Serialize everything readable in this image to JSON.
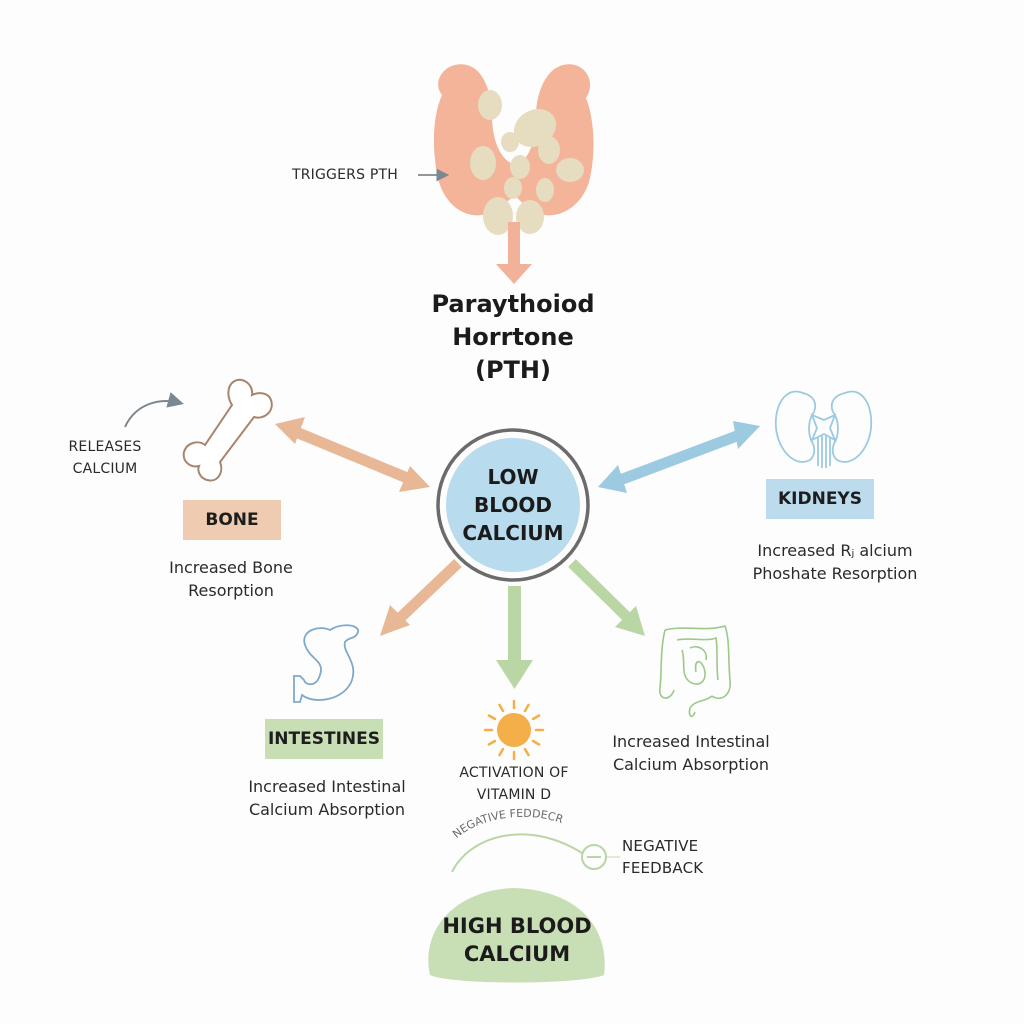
{
  "title": {
    "line1": "Paraythoiod",
    "line2": "Horrtone",
    "line3": "(PTH)"
  },
  "gland": {
    "trigger_label": "TRIGGERS PTH"
  },
  "center": {
    "line1": "LOW",
    "line2": "BLOOD",
    "line3": "CALCIUM"
  },
  "bone": {
    "side_label_line1": "RELEASES",
    "side_label_line2": "CALCIUM",
    "box_label": "BONE",
    "desc_line1": "Increased Bone",
    "desc_line2": "Resorption"
  },
  "kidneys": {
    "box_label": "KIDNEYS",
    "desc_line1": "Increased Rⱼ alcium",
    "desc_line2": "Phoshate Resorption"
  },
  "intestines": {
    "box_label": "INTESTINES",
    "desc_line1": "Increased Intestinal",
    "desc_line2": "Calcium Absorption"
  },
  "colon": {
    "desc_line1": "Increased Intestinal",
    "desc_line2": "Calcium Absorption"
  },
  "vitamin_d": {
    "line1": "ACTIVATION OF",
    "line2": "VITAMIN D"
  },
  "feedback": {
    "arc_label": "NEGATIVE FEDDECR",
    "side_label_line1": "NEGATIVE",
    "side_label_line2": "FEEDBACK"
  },
  "high": {
    "line1": "HIGH BLOOD",
    "line2": "CALCIUM"
  },
  "colors": {
    "gland": "#f4b49a",
    "nodule": "#e6dcc0",
    "bone_accent": "#e8b896",
    "kidney_accent": "#9ccae0",
    "intestine_accent": "#b9d6a4",
    "center_fill": "#b9dbee",
    "sun": "#f4ae4a"
  }
}
